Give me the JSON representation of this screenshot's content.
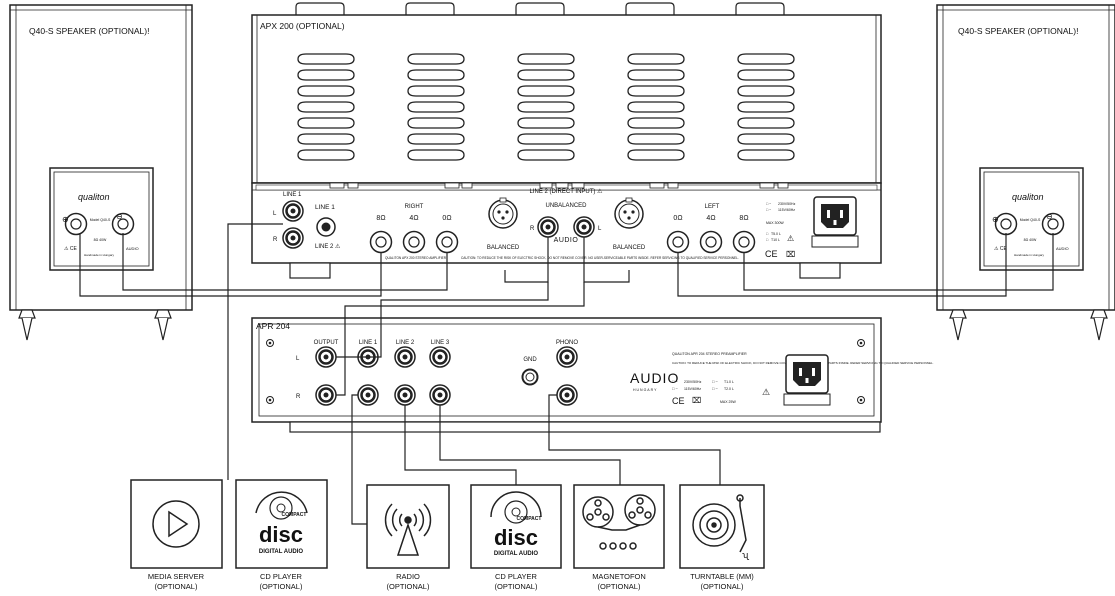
{
  "speakers": {
    "left_title": "Q40-S SPEAKER (OPTIONAL)!",
    "right_title": "Q40-S SPEAKER (OPTIONAL)!",
    "logo": "qualiton",
    "model": "Model Q40-S",
    "spec": "8Ω 40W",
    "made": "Handmade in Hungary",
    "brand": "AUDIO"
  },
  "amp": {
    "title": "APX 200 (OPTIONAL)",
    "line1": "LINE 1",
    "line1_knob": "LINE 1",
    "line2_knob": "LINE 2 ⚠",
    "line2_direct": "LINE 2 (DIRECT INPUT) ⚠",
    "unbalanced": "UNBALANCED",
    "balanced_l": "BALANCED",
    "balanced_r": "BALANCED",
    "right": "RIGHT",
    "left": "LEFT",
    "r8": "8Ω",
    "r4": "4Ω",
    "r0": "0Ω",
    "l0": "0Ω",
    "l4": "4Ω",
    "l8": "8Ω",
    "ch_l": "L",
    "ch_r": "R",
    "xlr_r": "R",
    "xlr_l": "L",
    "brand": "AUDIO",
    "caution": "CAUTION: TO REDUCE THE RISK OF ELECTRIC SHOCK, DO NOT REMOVE COVER. NO USER-SERVICEABLE PARTS INSIDE. REFER SERVICING TO QUALIFIED SERVICE PERSONNEL.",
    "model_line": "QUALITON APX 200 STEREO AMPLIFIER",
    "v1": "230V/50Hz",
    "v2": "115V/60Hz",
    "max": "MAX 300W",
    "fuse1": "T5.0 L",
    "fuse2": "T10 L"
  },
  "pre": {
    "title": "APR 204",
    "output": "OUTPUT",
    "line1": "LINE 1",
    "line2": "LINE 2",
    "line3": "LINE 3",
    "phono": "PHONO",
    "gnd": "GND",
    "ch_l": "L",
    "ch_r": "R",
    "brand": "AUDIO",
    "brand_sub": "HUNGARY",
    "model_line": "QUALITON APR 204 STEREO PREAMPLIFIER",
    "caution": "CAUTION: TO REDUCE THE RISK OF ELECTRIC SHOCK, DO NOT REMOVE COVER. NO USER-SERVICEABLE PARTS INSIDE. REFER SERVICING TO QUALIFIED SERVICE PERSONNEL.",
    "v1": "230V/50Hz",
    "v2": "115V/60Hz",
    "f1": "T1.0 L",
    "f2": "T2.0 L",
    "max": "MAX 25W"
  },
  "sources": [
    {
      "label": "MEDIA SERVER",
      "sub": "(OPTIONAL)",
      "icon": "play-icon"
    },
    {
      "label": "CD PLAYER",
      "sub": "(OPTIONAL)",
      "icon": "compact-disc-icon"
    },
    {
      "label": "RADIO",
      "sub": "(OPTIONAL)",
      "icon": "radio-tower-icon"
    },
    {
      "label": "CD PLAYER",
      "sub": "(OPTIONAL)",
      "icon": "compact-disc-icon"
    },
    {
      "label": "MAGNETOFON",
      "sub": "(OPTIONAL)",
      "icon": "reel-tape-icon"
    },
    {
      "label": "TURNTABLE (MM)",
      "sub": "(OPTIONAL)",
      "icon": "turntable-icon"
    }
  ],
  "cd_logo": {
    "top": "COMPACT",
    "mid": "disc",
    "bottom": "DIGITAL AUDIO"
  },
  "colors": {
    "line": "#222222",
    "panel": "#ffffff"
  }
}
